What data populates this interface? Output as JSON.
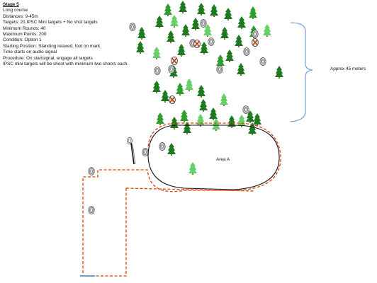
{
  "stage": {
    "title": "Stage 5",
    "lines": [
      "Long course",
      "Distances: 9-45m",
      "Targets: 20 IPSC Mini targets + No shot targets",
      "Minimum Rounds: 40",
      "Maximum Points: 200",
      "Condition: Option 1",
      "Starting Position: Standing relaxed, foot on mark.",
      "Time starts on audio signal",
      "Procedure: On startsignal, engage all targets",
      "IPSC mini targets will be shoot with minimum two shoots each."
    ]
  },
  "distance_label": "Approx 45 meters",
  "area_label": "Area A",
  "colors": {
    "tree_dark": "#1f7a1f",
    "tree_mid": "#2e9e2e",
    "tree_light": "#66d066",
    "trunk": "#6b4a2a",
    "fault_line": "#e04000",
    "area_outline": "#111111",
    "bracket": "#7fa6d8",
    "start_box": "#4a78c2"
  },
  "icons": [
    "tree-icon",
    "ipsc-target-icon",
    "no-shoot-target-icon"
  ]
}
